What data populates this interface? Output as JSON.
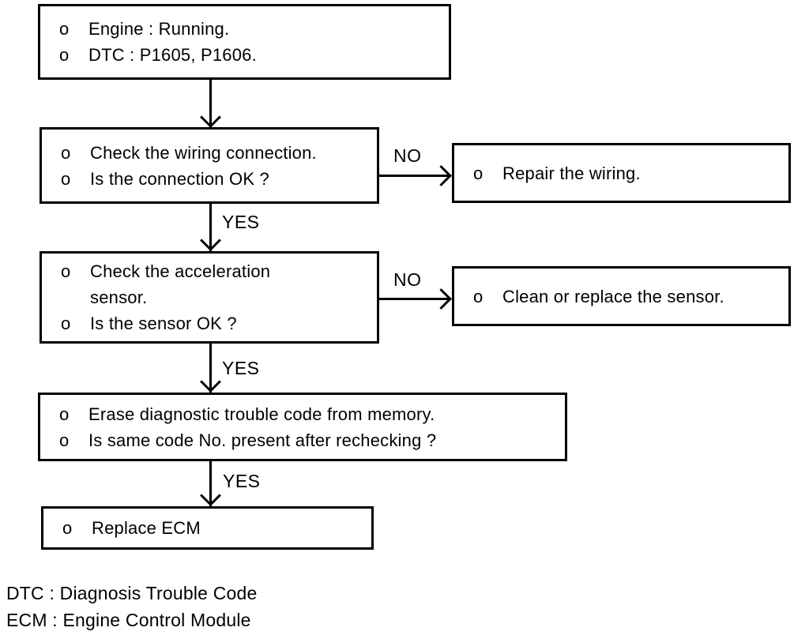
{
  "colors": {
    "ink": "#000000",
    "paper": "#ffffff"
  },
  "bullet_char": "o",
  "steps": {
    "start": {
      "lines": [
        "Engine : Running.",
        "DTC : P1605, P1606."
      ]
    },
    "check_wiring": {
      "lines": [
        "Check the wiring connection.",
        "Is the connection OK ?"
      ]
    },
    "repair_wiring": {
      "lines": [
        "Repair the wiring."
      ]
    },
    "check_sensor": {
      "lines": [
        "Check the acceleration sensor.",
        "Is the sensor OK ?"
      ]
    },
    "clean_sensor": {
      "lines": [
        "Clean or replace the sensor."
      ]
    },
    "erase_dtc": {
      "lines": [
        "Erase diagnostic trouble code from memory.",
        "Is same code No. present after rechecking ?"
      ]
    },
    "replace_ecm": {
      "lines": [
        "Replace ECM"
      ]
    }
  },
  "connectors": {
    "yes_label": "YES",
    "no_label": "NO"
  },
  "legend": {
    "line1": "DTC : Diagnosis Trouble Code",
    "line2": "ECM : Engine Control Module"
  }
}
